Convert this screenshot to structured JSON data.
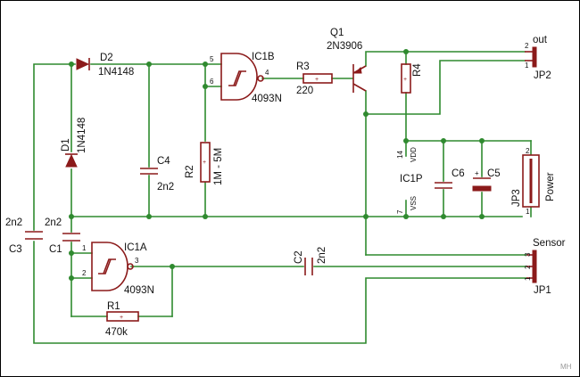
{
  "components": {
    "d2": {
      "name": "D2",
      "value": "1N4148"
    },
    "d1": {
      "name": "D1",
      "value": "1N4148"
    },
    "ic1b": {
      "name": "IC1B",
      "value": "4093N",
      "pin_in_a": "5",
      "pin_in_b": "6",
      "pin_out": "4"
    },
    "ic1a": {
      "name": "IC1A",
      "value": "4093N",
      "pin_in_a": "1",
      "pin_in_b": "2",
      "pin_out": "3"
    },
    "ic1p": {
      "name": "IC1P",
      "vdd": "VDD",
      "vss": "VSS",
      "pin_vdd": "14",
      "pin_vss": "7"
    },
    "q1": {
      "name": "Q1",
      "value": "2N3906"
    },
    "r1": {
      "name": "R1",
      "value": "470k"
    },
    "r2": {
      "name": "R2",
      "value": "1M - 5M"
    },
    "r3": {
      "name": "R3",
      "value": "220"
    },
    "r4": {
      "name": "R4"
    },
    "c1": {
      "name": "C1",
      "value": "2n2"
    },
    "c2": {
      "name": "C2",
      "value": "2n2"
    },
    "c3": {
      "name": "C3",
      "value": "2n2"
    },
    "c4": {
      "name": "C4",
      "value": "2n2"
    },
    "c5": {
      "name": "C5"
    },
    "c6": {
      "name": "C6"
    },
    "jp1": {
      "name": "JP1",
      "label": "Sensor",
      "pins": [
        "1",
        "2",
        "3"
      ]
    },
    "jp2": {
      "name": "JP2",
      "label": "out",
      "pins": [
        "1",
        "2"
      ]
    },
    "jp3": {
      "name": "JP3",
      "label": "Power",
      "pins": [
        "1",
        "2"
      ]
    }
  },
  "signature": "MH"
}
